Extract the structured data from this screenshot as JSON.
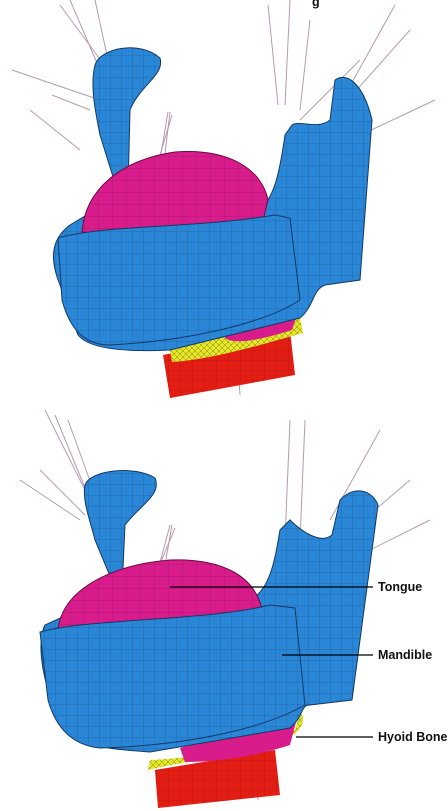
{
  "top_caption_fragment": "g",
  "labels": {
    "tongue": "Tongue",
    "mandible": "Mandible",
    "hyoid": "Hyoid Bone"
  },
  "colors": {
    "mandible": "#2a86d6",
    "tongue": "#d81c8c",
    "hyoid": "#e6e62a",
    "larynx": "#e21d14",
    "muscle_lines": "#b89ab0",
    "mesh": "#1a3f6a"
  }
}
